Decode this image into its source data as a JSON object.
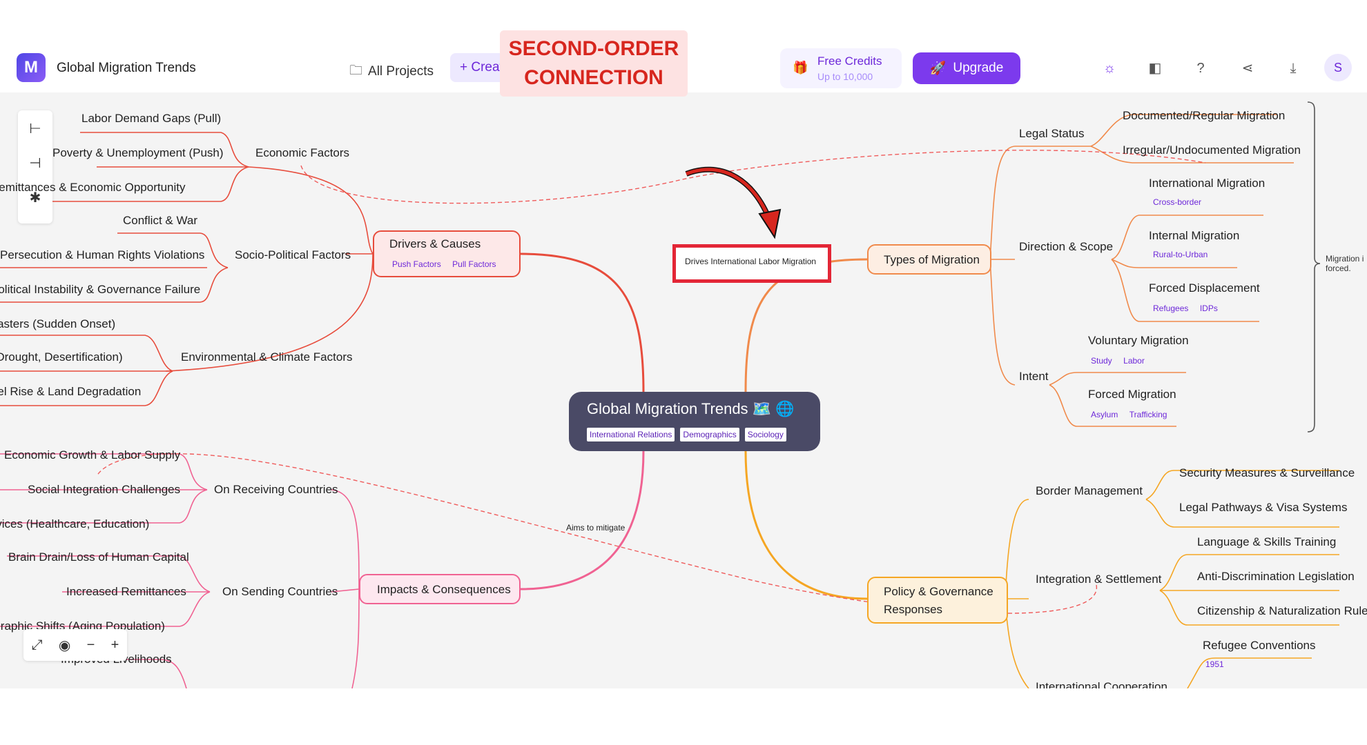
{
  "app": {
    "title": "Global Migration Trends",
    "logo": "M"
  },
  "nav": {
    "projects_label": "All Projects",
    "create_label": "+ Create"
  },
  "credits": {
    "title": "Free Credits",
    "subtitle": "Up to 10,000"
  },
  "upgrade_label": "Upgrade",
  "user_initial": "S",
  "annotation": {
    "line1": "SECOND-ORDER",
    "line2": "CONNECTION",
    "connection_label": "Drives International Labor Migration",
    "color": "#e32636"
  },
  "second_link_label": "Aims to mitigate",
  "root": {
    "title": "Global Migration Trends 🗺️ 🌐",
    "tags": [
      "International Relations",
      "Demographics",
      "Sociology"
    ]
  },
  "drivers": {
    "title": "Drivers & Causes",
    "tags": [
      "Push Factors",
      "Pull Factors"
    ],
    "economic": {
      "title": "Economic Factors",
      "items": [
        "Labor Demand Gaps (Pull)",
        "Poverty & Unemployment (Push)",
        "Remittances & Economic Opportunity"
      ]
    },
    "socio": {
      "title": "Socio-Political Factors",
      "items": [
        "Conflict & War",
        "Persecution & Human Rights Violations",
        "Political Instability & Governance Failure"
      ]
    },
    "environment": {
      "title": "Environmental & Climate Factors",
      "items": [
        "Natural Disasters (Sudden Onset)",
        "Resource Scarcity (Drought, Desertification)",
        "Sea Level Rise & Land Degradation"
      ]
    }
  },
  "impacts": {
    "title": "Impacts & Consequences",
    "receiving": {
      "title": "On Receiving Countries",
      "items": [
        "Economic Growth & Labor Supply",
        "Social Integration Challenges",
        "Strain on Public Services (Healthcare, Education)"
      ]
    },
    "sending": {
      "title": "On Sending Countries",
      "items": [
        "Brain Drain/Loss of Human Capital",
        "Increased Remittances",
        "Demographic Shifts (Aging Population)",
        "Improved Livelihoods"
      ]
    }
  },
  "types": {
    "title": "Types of Migration",
    "legal": {
      "title": "Legal Status",
      "items": [
        "Documented/Regular Migration",
        "Irregular/Undocumented Migration"
      ]
    },
    "direction": {
      "title": "Direction & Scope",
      "items": [
        {
          "label": "International Migration",
          "tags": [
            "Cross-border"
          ]
        },
        {
          "label": "Internal Migration",
          "tags": [
            "Rural-to-Urban"
          ]
        },
        {
          "label": "Forced Displacement",
          "tags": [
            "Refugees",
            "IDPs"
          ]
        }
      ]
    },
    "intent": {
      "title": "Intent",
      "items": [
        {
          "label": "Voluntary Migration",
          "tags": [
            "Study",
            "Labor"
          ]
        },
        {
          "label": "Forced Migration",
          "tags": [
            "Asylum",
            "Trafficking"
          ]
        }
      ]
    },
    "summary_note": "Migration i forced."
  },
  "policy": {
    "title_line1": "Policy & Governance",
    "title_line2": "Responses",
    "border": {
      "title": "Border Management",
      "items": [
        "Security Measures & Surveillance",
        "Legal Pathways & Visa Systems"
      ]
    },
    "integration": {
      "title": "Integration & Settlement",
      "items": [
        "Language & Skills Training",
        "Anti-Discrimination Legislation",
        "Citizenship & Naturalization Rules"
      ]
    },
    "cooperation": {
      "title": "International Cooperation",
      "items": [
        {
          "label": "Refugee Conventions",
          "tags": [
            "1951"
          ]
        }
      ]
    }
  },
  "colors": {
    "drivers": "#e74c3c",
    "impacts": "#f06292",
    "types": "#f08a4b",
    "policy": "#f5a623",
    "accent": "#7c3aed"
  }
}
